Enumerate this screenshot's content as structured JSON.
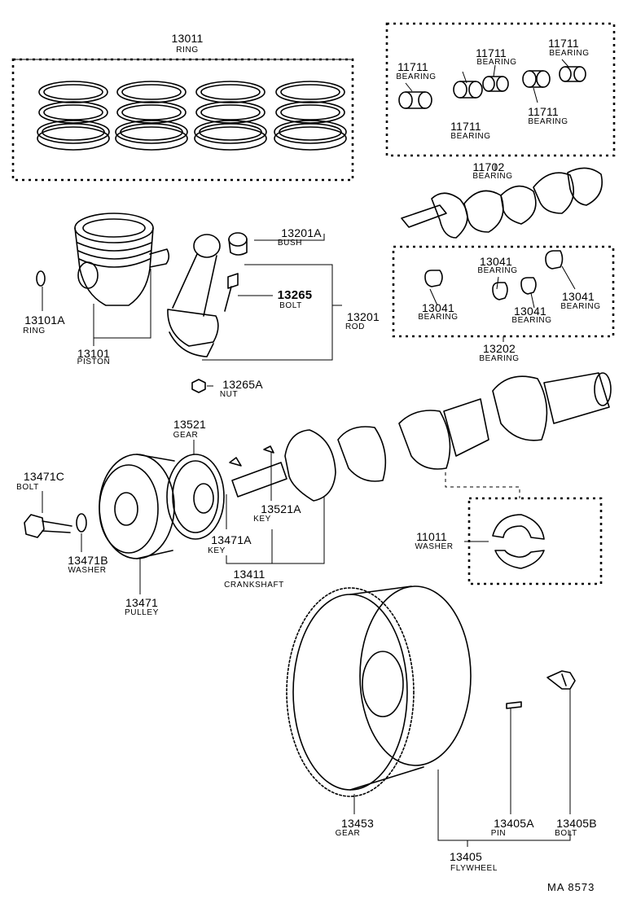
{
  "figure_code": "MA 8573",
  "parts": [
    {
      "id": "ring-set",
      "number": "13011",
      "name": "RING"
    },
    {
      "id": "bearing-a",
      "number": "11711",
      "name": "BEARING"
    },
    {
      "id": "bearing-b",
      "number": "11711",
      "name": "BEARING"
    },
    {
      "id": "bearing-c",
      "number": "11711",
      "name": "BEARING"
    },
    {
      "id": "bearing-d",
      "number": "11711",
      "name": "BEARING"
    },
    {
      "id": "bearing-e",
      "number": "11711",
      "name": "BEARING"
    },
    {
      "id": "crank-bearing-set",
      "number": "11702",
      "name": "BEARING"
    },
    {
      "id": "piston-ring",
      "number": "13101A",
      "name": "RING"
    },
    {
      "id": "piston",
      "number": "13101",
      "name": "PISTON"
    },
    {
      "id": "bush",
      "number": "13201A",
      "name": "BUSH"
    },
    {
      "id": "rod-bolt",
      "number": "13265",
      "name": "BOLT"
    },
    {
      "id": "rod",
      "number": "13201",
      "name": "ROD"
    },
    {
      "id": "rod-nut",
      "number": "13265A",
      "name": "NUT"
    },
    {
      "id": "rod-bearing-a",
      "number": "13041",
      "name": "BEARING"
    },
    {
      "id": "rod-bearing-b",
      "number": "13041",
      "name": "BEARING"
    },
    {
      "id": "rod-bearing-c",
      "number": "13041",
      "name": "BEARING"
    },
    {
      "id": "rod-bearing-d",
      "number": "13041",
      "name": "BEARING"
    },
    {
      "id": "rod-bearing-set",
      "number": "13202",
      "name": "BEARING"
    },
    {
      "id": "crank-gear",
      "number": "13521",
      "name": "GEAR"
    },
    {
      "id": "pulley-bolt",
      "number": "13471C",
      "name": "BOLT"
    },
    {
      "id": "gear-key",
      "number": "13521A",
      "name": "KEY"
    },
    {
      "id": "thrust-washer",
      "number": "11011",
      "name": "WASHER"
    },
    {
      "id": "pulley-washer",
      "number": "13471B",
      "name": "WASHER"
    },
    {
      "id": "pulley-key",
      "number": "13471A",
      "name": "KEY"
    },
    {
      "id": "crankshaft",
      "number": "13411",
      "name": "CRANKSHAFT"
    },
    {
      "id": "pulley",
      "number": "13471",
      "name": "PULLEY"
    },
    {
      "id": "ring-gear",
      "number": "13453",
      "name": "GEAR"
    },
    {
      "id": "flywheel-pin",
      "number": "13405A",
      "name": "PIN"
    },
    {
      "id": "flywheel-bolt",
      "number": "13405B",
      "name": "BOLT"
    },
    {
      "id": "flywheel",
      "number": "13405",
      "name": "FLYWHEEL"
    }
  ]
}
